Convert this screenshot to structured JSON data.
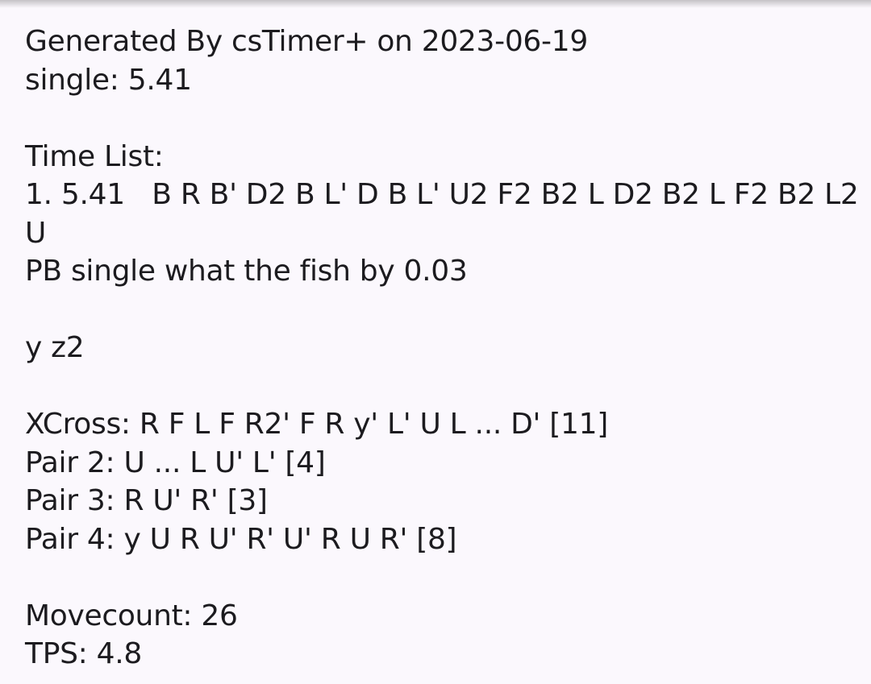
{
  "header": {
    "generated": "Generated By csTimer+ on 2023-06-19",
    "single": "single: 5.41"
  },
  "time_list": {
    "label": "Time List:",
    "entry_line_1": "1. 5.41   B R B' D2 B L' D B L' U2 F2 B2 L D2 B2 L F2 B2 L2",
    "entry_line_2": "U",
    "comment": "PB single what the fish by 0.03"
  },
  "solution": {
    "inspection": "y z2",
    "steps": [
      "XCross: R F L F R2' F R y' L' U L ... D' [11]",
      "Pair 2: U ... L U' L' [4]",
      "Pair 3: R U' R' [3]",
      "Pair 4: y U R U' R' U' R U R' [8]"
    ]
  },
  "stats": {
    "movecount": "Movecount: 26",
    "tps": "TPS: 4.8"
  }
}
